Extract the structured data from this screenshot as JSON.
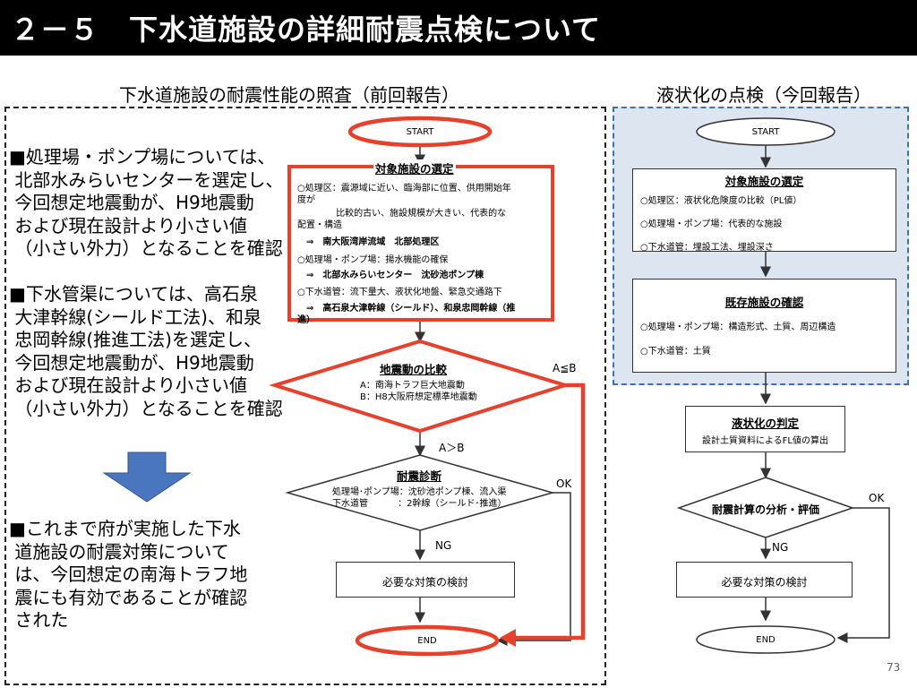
{
  "title": "２－５　下水道施設の詳細耐震点検について",
  "left_heading": "下水道施設の耐震性能の照査（前回報告）",
  "right_heading": "液状化の点検（今回報告）",
  "left_text": {
    "para1": "■処理場・ポンプ場については、\n 北部水みらいセンターを選定し、\n 今回想定地震動が、H9地震動\n および現在設計より小さい値\n （小さい外力）となることを確認",
    "para2": "■下水管渠については、高石泉\n 大津幹線(シールド工法)、和泉\n 忠岡幹線(推進工法)を選定し、\n 今回想定地震動が、H9地震動\n および現在設計より小さい値\n （小さい外力）となることを確認",
    "para3": "■これまで府が実施した下水\n 道施設の耐震対策について\n は、今回想定の南海トラフ地\n 震にも有効であることが確認\n された"
  },
  "flow_left": {
    "start": "START",
    "select_title": "対象施設の選定",
    "select_lines": [
      "○処理区：震源域に近い、臨海部に位置、供用開始年",
      "度が",
      "　　　　 比較的古い、施設規模が大きい、代表的な",
      "配置・構造",
      "　⇒　南大阪湾岸流域　北部処理区",
      "○処理場・ポンプ場：揚水機能の確保",
      "　⇒　北部水みらいセンター　沈砂池ポンプ棟",
      "○下水道管：流下量大、液状化地盤、緊急交通路下",
      "　⇒　高石泉大津幹線（シールド）、和泉忠岡幹線（推",
      "進）"
    ],
    "compare_title": "地震動の比較",
    "compare_a": "A：南海トラフ巨大地震動",
    "compare_b": "B：H8大阪府想定標準地震動",
    "a_le_b": "A≦B",
    "a_gt_b": "A＞B",
    "diag_title": "耐震診断",
    "diag_line1": "処理場･ポンプ場：沈砂池ポンプ棟、流入渠",
    "diag_line2": "下水道管　　　 ：2幹線（シールド･推進）",
    "ok": "OK",
    "ng": "NG",
    "measure": "必要な対策の検討",
    "end": "END"
  },
  "flow_right": {
    "start": "START",
    "select_title": "対象施設の選定",
    "select_lines": [
      "○処理区：液状化危険度の比較（PL値）",
      "○処理場・ポンプ場：代表的な施設",
      "○下水道管：埋設工法、埋設深さ"
    ],
    "exist_title": "既存施設の確認",
    "exist_lines": [
      "○処理場・ポンプ場：構造形式、土質、周辺構造",
      "○下水道管：土質"
    ],
    "judge_title": "液状化の判定",
    "judge_line": "設計土質資料によるFL値の算出",
    "analysis_title": "耐震計算の分析・評価",
    "ok": "OK",
    "ng": "NG",
    "measure": "必要な対策の検討",
    "end": "END"
  },
  "page_number": "73",
  "colors": {
    "highlight": "#e8402a",
    "arrow_blue": "#4a76c0",
    "panel_bg": "#dde5f0",
    "panel_border": "#3f6fc0"
  }
}
